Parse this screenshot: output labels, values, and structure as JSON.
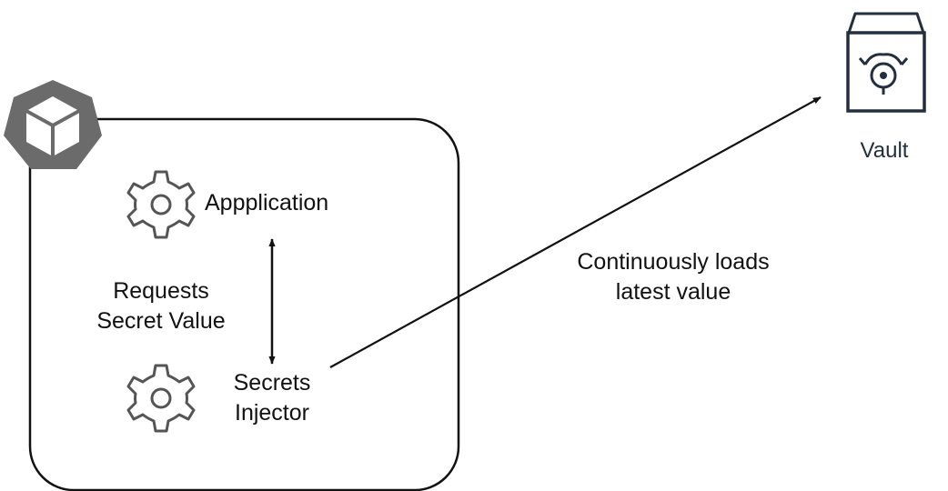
{
  "diagram": {
    "pod": {
      "application_label": "Appplication",
      "injector_label_line1": "Secrets",
      "injector_label_line2": "Injector",
      "request_label_line1": "Requests",
      "request_label_line2": "Secret Value"
    },
    "edge": {
      "label_line1": "Continuously loads",
      "label_line2": "latest value"
    },
    "vault": {
      "label": "Vault"
    },
    "icons": {
      "pod": "kubernetes-pod-cube-icon",
      "application": "gear-icon",
      "injector": "gear-icon",
      "vault": "vault-safe-icon"
    },
    "colors": {
      "line": "#111111",
      "icon_gray": "#555555",
      "vault_navy": "#232f3e",
      "vault_label": "#232f3e"
    }
  }
}
